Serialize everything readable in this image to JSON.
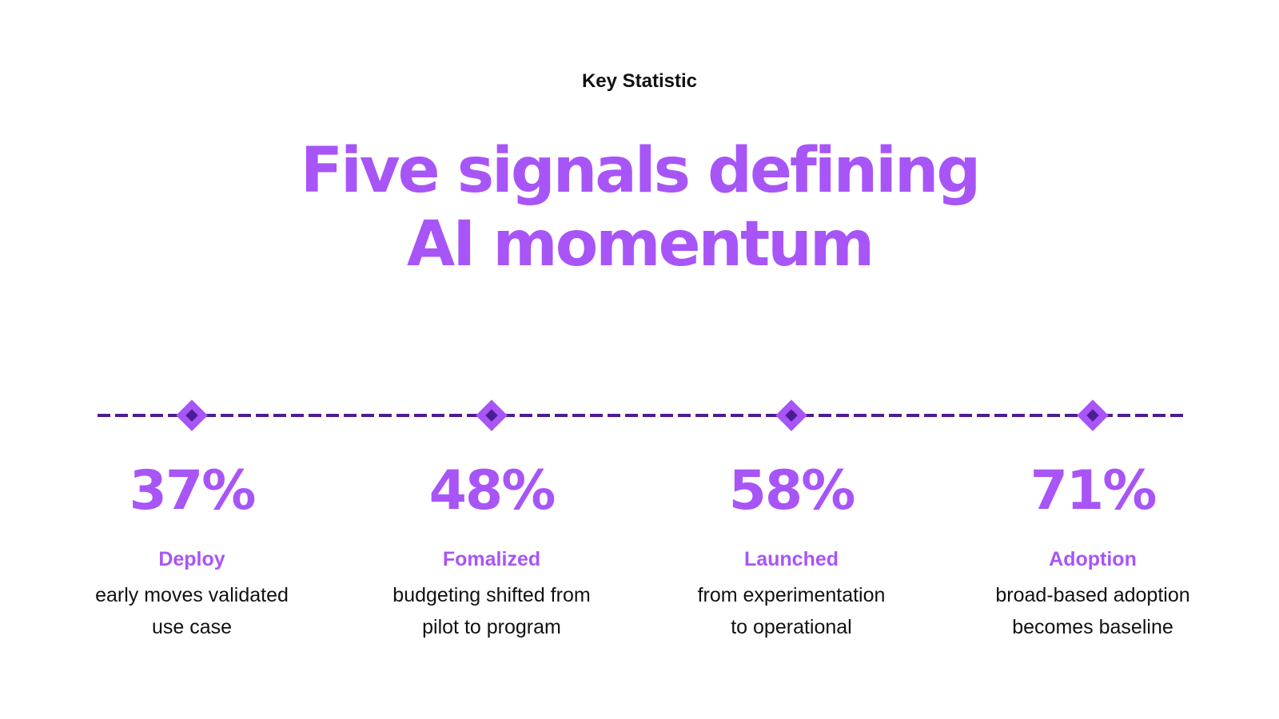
{
  "eyebrow": "Key Statistic",
  "headline": {
    "line1": "Five signals defining",
    "line2": "AI momentum"
  },
  "colors": {
    "accent": "#a855f7",
    "timeline": "#4c1d95",
    "marker_fill": "#a855f7",
    "marker_core": "#4c1d95",
    "text": "#111111"
  },
  "stats": [
    {
      "value": "37%",
      "title": "Deploy",
      "desc_line1": "early moves validated",
      "desc_line2": "use case"
    },
    {
      "value": "48%",
      "title": "Fomalized",
      "desc_line1": "budgeting shifted from",
      "desc_line2": "pilot to program"
    },
    {
      "value": "58%",
      "title": "Launched",
      "desc_line1": "from experimentation",
      "desc_line2": "to operational"
    },
    {
      "value": "71%",
      "title": "Adoption",
      "desc_line1": "broad-based adoption",
      "desc_line2": "becomes baseline"
    }
  ]
}
